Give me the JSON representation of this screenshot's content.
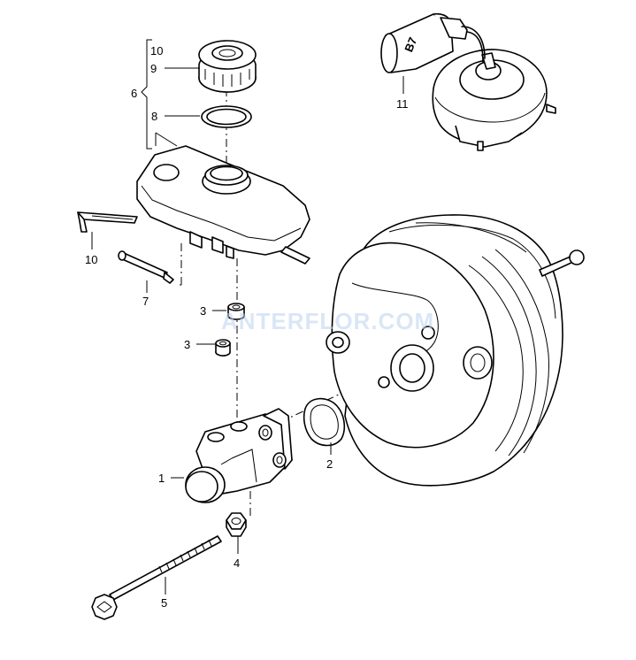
{
  "diagram": {
    "title": "Brake master cylinder and brake servo exploded view",
    "watermark": "ANTERFLOR.COM",
    "booster_stamp": "B7",
    "callouts": {
      "c10_top": "10",
      "c9": "9",
      "c6": "6",
      "c8": "8",
      "c10_left": "10",
      "c7": "7",
      "c3_upper": "3",
      "c3_lower": "3",
      "c1": "1",
      "c2": "2",
      "c4": "4",
      "c5": "5",
      "c11": "11"
    }
  }
}
